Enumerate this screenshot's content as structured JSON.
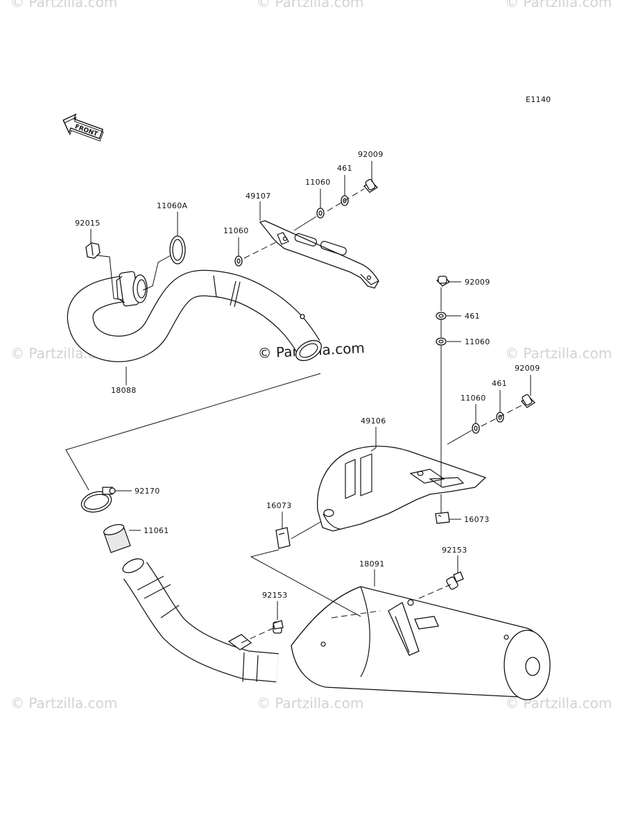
{
  "diagram_code": "E1140",
  "front_label": "FRONT",
  "watermark": "© Partzilla.com",
  "parts": {
    "p92009_top": "92009",
    "p461_top": "461",
    "p11060_top": "11060",
    "p49107": "49107",
    "p11060_left": "11060",
    "p11060A": "11060A",
    "p92015": "92015",
    "p18088": "18088",
    "p92009_mid": "92009",
    "p461_mid": "461",
    "p11060_mid": "11060",
    "p92009_right": "92009",
    "p461_right": "461",
    "p11060_right": "11060",
    "p49106": "49106",
    "p92170": "92170",
    "p11061": "11061",
    "p16073_left": "16073",
    "p16073_right": "16073",
    "p92153_right": "92153",
    "p18091": "18091",
    "p92153_left": "92153"
  }
}
